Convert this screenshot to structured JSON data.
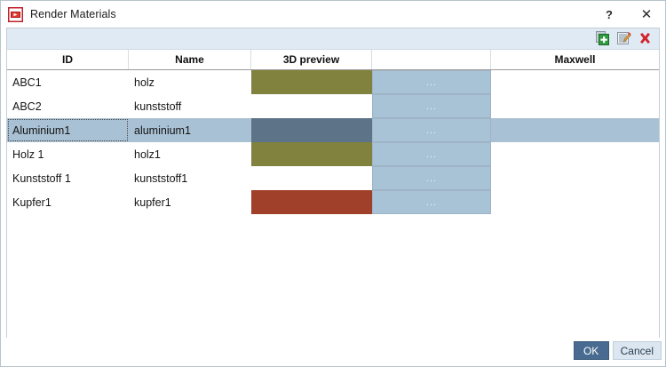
{
  "titlebar": {
    "icon": "render-materials-icon",
    "title": "Render Materials",
    "help_label": "?",
    "close_label": "✕"
  },
  "toolbar": {
    "add_label": "add-icon",
    "edit_label": "edit-icon",
    "delete_label": "delete-icon"
  },
  "grid": {
    "columns": [
      {
        "key": "id",
        "label": "ID"
      },
      {
        "key": "name",
        "label": "Name"
      },
      {
        "key": "preview",
        "label": "3D preview"
      },
      {
        "key": "action",
        "label": ""
      },
      {
        "key": "maxwell",
        "label": "Maxwell"
      }
    ],
    "rows": [
      {
        "id": "ABC1",
        "name": "holz",
        "swatch": "#80823d",
        "has_swatch": true,
        "action": "...",
        "maxwell": "",
        "selected": false
      },
      {
        "id": "ABC2",
        "name": "kunststoff",
        "swatch": "",
        "has_swatch": false,
        "action": "...",
        "maxwell": "",
        "selected": false
      },
      {
        "id": "Aluminium1",
        "name": "aluminium1",
        "swatch": "#5d7387",
        "has_swatch": true,
        "action": "...",
        "maxwell": "",
        "selected": true
      },
      {
        "id": "Holz 1",
        "name": "holz1",
        "swatch": "#80823d",
        "has_swatch": true,
        "action": "...",
        "maxwell": "",
        "selected": false
      },
      {
        "id": "Kunststoff 1",
        "name": "kunststoff1",
        "swatch": "",
        "has_swatch": false,
        "action": "...",
        "maxwell": "",
        "selected": false
      },
      {
        "id": "Kupfer1",
        "name": "kupfer1",
        "swatch": "#a03f2a",
        "has_swatch": true,
        "action": "...",
        "maxwell": "",
        "selected": false
      }
    ]
  },
  "footer": {
    "ok_label": "OK",
    "cancel_label": "Cancel"
  },
  "colors": {
    "selection": "#a9c1d4",
    "toolbar_bg": "#dfeaf4",
    "button_blue": "#a9c3d6",
    "ok_blue": "#4a6b91"
  }
}
